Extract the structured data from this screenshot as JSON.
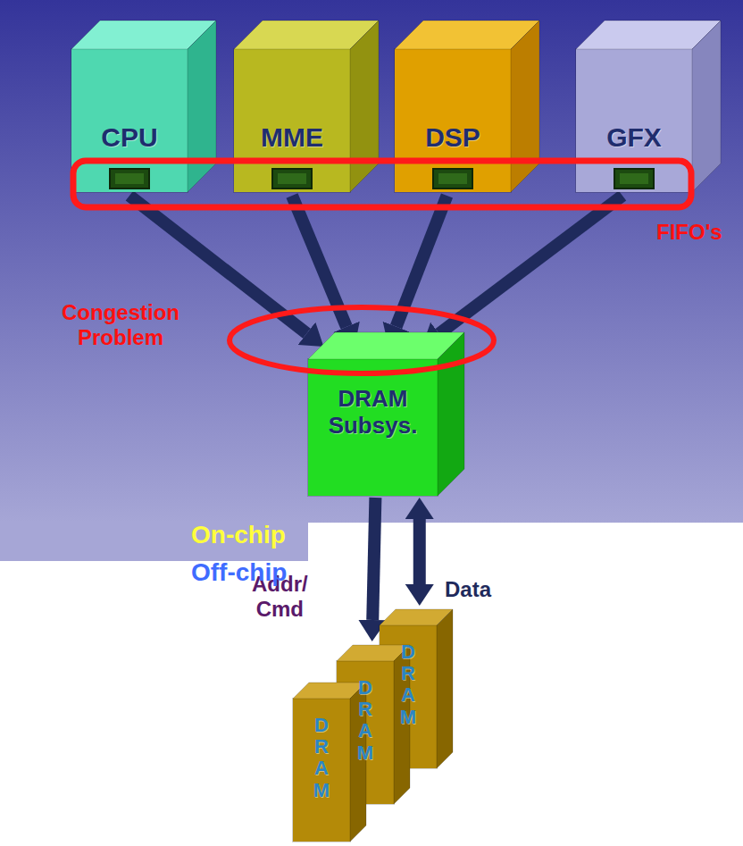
{
  "diagram": {
    "nodes": [
      {
        "text": [
          "CPU"
        ]
      },
      {
        "text": [
          "MME"
        ]
      },
      {
        "text": [
          "DSP"
        ]
      },
      {
        "text": [
          "GFX"
        ]
      },
      {
        "text": [
          "DRAM Subsys."
        ]
      },
      {
        "text": [
          "DRAM"
        ]
      },
      {
        "text": [
          "DRAM"
        ]
      },
      {
        "text": [
          "DRAM"
        ]
      }
    ],
    "edges": [
      {
        "from": 0,
        "to": 4,
        "arrow": "to"
      },
      {
        "from": 1,
        "to": 4,
        "arrow": "to"
      },
      {
        "from": 2,
        "to": 4,
        "arrow": "to"
      },
      {
        "from": 3,
        "to": 4,
        "arrow": "to"
      },
      {
        "from": 4,
        "to": 6,
        "arrow": "to",
        "label": "Addr/ Cmd"
      },
      {
        "from": 4,
        "to": 5,
        "arrow": "both",
        "label": "Data"
      }
    ],
    "labels": [
      "FIFO's",
      "Congestion Problem",
      "On-chip",
      "Off-chip"
    ]
  }
}
